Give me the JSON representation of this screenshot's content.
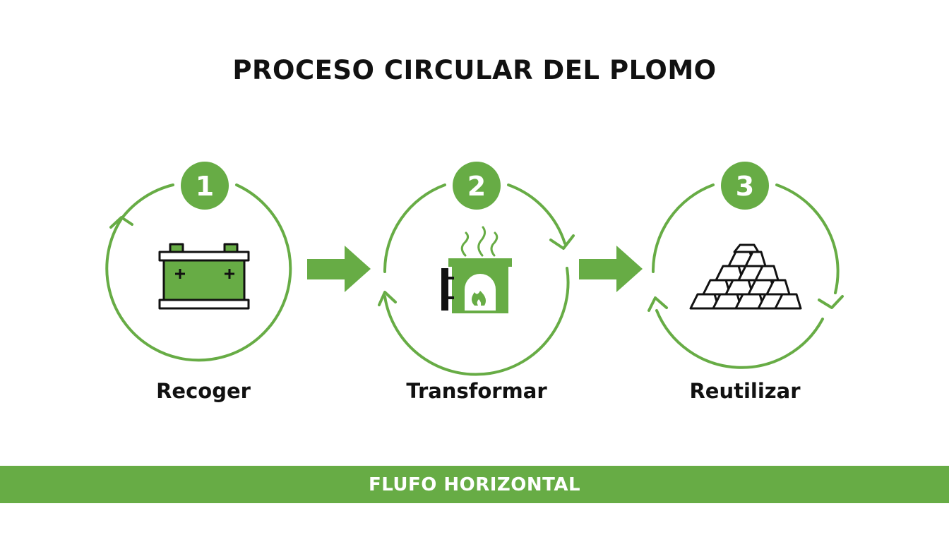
{
  "title": "PROCESO CIRCULAR DEL PLOMO",
  "colors": {
    "accent": "#67ac45",
    "text": "#111111"
  },
  "steps": [
    {
      "number": "1",
      "label": "Recoger",
      "icon": "battery-icon"
    },
    {
      "number": "2",
      "label": "Transformar",
      "icon": "furnace-icon"
    },
    {
      "number": "3",
      "label": "Reutilizar",
      "icon": "ingots-icon"
    }
  ],
  "banner": {
    "text": "FLUFO HORIZONTAL"
  }
}
